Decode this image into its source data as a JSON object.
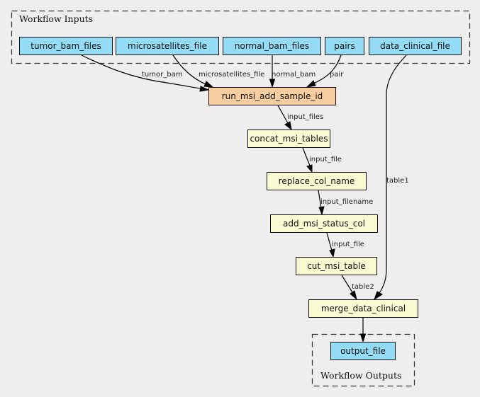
{
  "diagram": {
    "clusters": {
      "inputs_label": "Workflow Inputs",
      "outputs_label": "Workflow Outputs"
    },
    "colors": {
      "background": "#eeeeee",
      "input_output_node": "#94dcf5",
      "entry_step_node": "#f5cd9e",
      "step_node": "#fafad2"
    },
    "inputs": [
      {
        "id": "tumor_bam_files",
        "label": "tumor_bam_files"
      },
      {
        "id": "microsatellites_file",
        "label": "microsatellites_file"
      },
      {
        "id": "normal_bam_files",
        "label": "normal_bam_files"
      },
      {
        "id": "pairs",
        "label": "pairs"
      },
      {
        "id": "data_clinical_file",
        "label": "data_clinical_file"
      }
    ],
    "steps": [
      {
        "id": "run_msi_add_sample_id",
        "label": "run_msi_add_sample_id"
      },
      {
        "id": "concat_msi_tables",
        "label": "concat_msi_tables"
      },
      {
        "id": "replace_col_name",
        "label": "replace_col_name"
      },
      {
        "id": "add_msi_status_col",
        "label": "add_msi_status_col"
      },
      {
        "id": "cut_msi_table",
        "label": "cut_msi_table"
      },
      {
        "id": "merge_data_clinical",
        "label": "merge_data_clinical"
      }
    ],
    "outputs": [
      {
        "id": "output_file",
        "label": "output_file"
      }
    ],
    "edges": [
      {
        "from": "tumor_bam_files",
        "to": "run_msi_add_sample_id",
        "label": "tumor_bam"
      },
      {
        "from": "microsatellites_file",
        "to": "run_msi_add_sample_id",
        "label": "microsatellites_file"
      },
      {
        "from": "normal_bam_files",
        "to": "run_msi_add_sample_id",
        "label": "normal_bam"
      },
      {
        "from": "pairs",
        "to": "run_msi_add_sample_id",
        "label": "pair"
      },
      {
        "from": "run_msi_add_sample_id",
        "to": "concat_msi_tables",
        "label": "input_files"
      },
      {
        "from": "concat_msi_tables",
        "to": "replace_col_name",
        "label": "input_file"
      },
      {
        "from": "replace_col_name",
        "to": "add_msi_status_col",
        "label": "input_filename"
      },
      {
        "from": "add_msi_status_col",
        "to": "cut_msi_table",
        "label": "input_file"
      },
      {
        "from": "cut_msi_table",
        "to": "merge_data_clinical",
        "label": "table2"
      },
      {
        "from": "data_clinical_file",
        "to": "merge_data_clinical",
        "label": "table1"
      },
      {
        "from": "merge_data_clinical",
        "to": "output_file",
        "label": ""
      }
    ]
  }
}
